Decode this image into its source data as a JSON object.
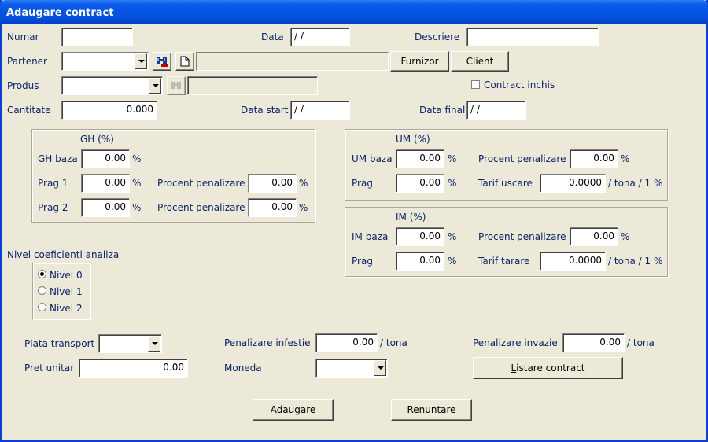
{
  "window": {
    "title": "Adaugare contract"
  },
  "header": {
    "numar_label": "Numar",
    "numar_value": "",
    "data_label": "Data",
    "data_value": " / /",
    "descriere_label": "Descriere",
    "descriere_value": "",
    "partener_label": "Partener",
    "partener_value": "",
    "partener_name": "",
    "furnizor_button": "Furnizor",
    "client_button": "Client",
    "produs_label": "Produs",
    "produs_value": "",
    "produs_name": "",
    "contract_inchis_label": "Contract inchis",
    "cantitate_label": "Cantitate",
    "cantitate_value": "0.000",
    "data_start_label": "Data start",
    "data_start_value": " / /",
    "data_final_label": "Data final",
    "data_final_value": " / /"
  },
  "gh": {
    "title": "GH (%)",
    "baza_label": "GH baza",
    "baza_value": "0.00",
    "prag1_label": "Prag 1",
    "prag1_value": "0.00",
    "prag2_label": "Prag 2",
    "prag2_value": "0.00",
    "pen_label": "Procent penalizare",
    "pen1_value": "0.00",
    "pen2_value": "0.00",
    "pct": "%"
  },
  "um": {
    "title": "UM (%)",
    "baza_label": "UM baza",
    "baza_value": "0.00",
    "pen_label": "Procent penalizare",
    "pen_value": "0.00",
    "prag_label": "Prag",
    "prag_value": "0.00",
    "tarif_label": "Tarif uscare",
    "tarif_value": "0.0000",
    "unit": "/ tona / 1 %",
    "pct": "%"
  },
  "im": {
    "title": "IM (%)",
    "baza_label": "IM baza",
    "baza_value": "0.00",
    "pen_label": "Procent penalizare",
    "pen_value": "0.00",
    "prag_label": "Prag",
    "prag_value": "0.00",
    "tarif_label": "Tarif tarare",
    "tarif_value": "0.0000",
    "unit": "/ tona / 1 %",
    "pct": "%"
  },
  "nivel": {
    "title": "Nivel coeficienti analiza",
    "options": [
      "Nivel 0",
      "Nivel 1",
      "Nivel 2"
    ],
    "selected": "Nivel 0"
  },
  "bottom": {
    "plata_label": "Plata transport",
    "plata_value": "",
    "pret_label": "Pret unitar",
    "pret_value": "0.00",
    "infestie_label": "Penalizare infestie",
    "infestie_value": "0.00",
    "invazie_label": "Penalizare invazie",
    "invazie_value": "0.00",
    "tona": "/ tona",
    "moneda_label": "Moneda",
    "moneda_value": "",
    "listare_button_u": "L",
    "listare_button_rest": "istare contract"
  },
  "actions": {
    "adaugare_u": "A",
    "adaugare_rest": "daugare",
    "renuntare_u": "R",
    "renuntare_rest": "enuntare"
  },
  "icons": [
    "binoculars-icon",
    "new-document-icon",
    "binoculars-disabled-icon",
    "dropdown-arrow-icon"
  ]
}
